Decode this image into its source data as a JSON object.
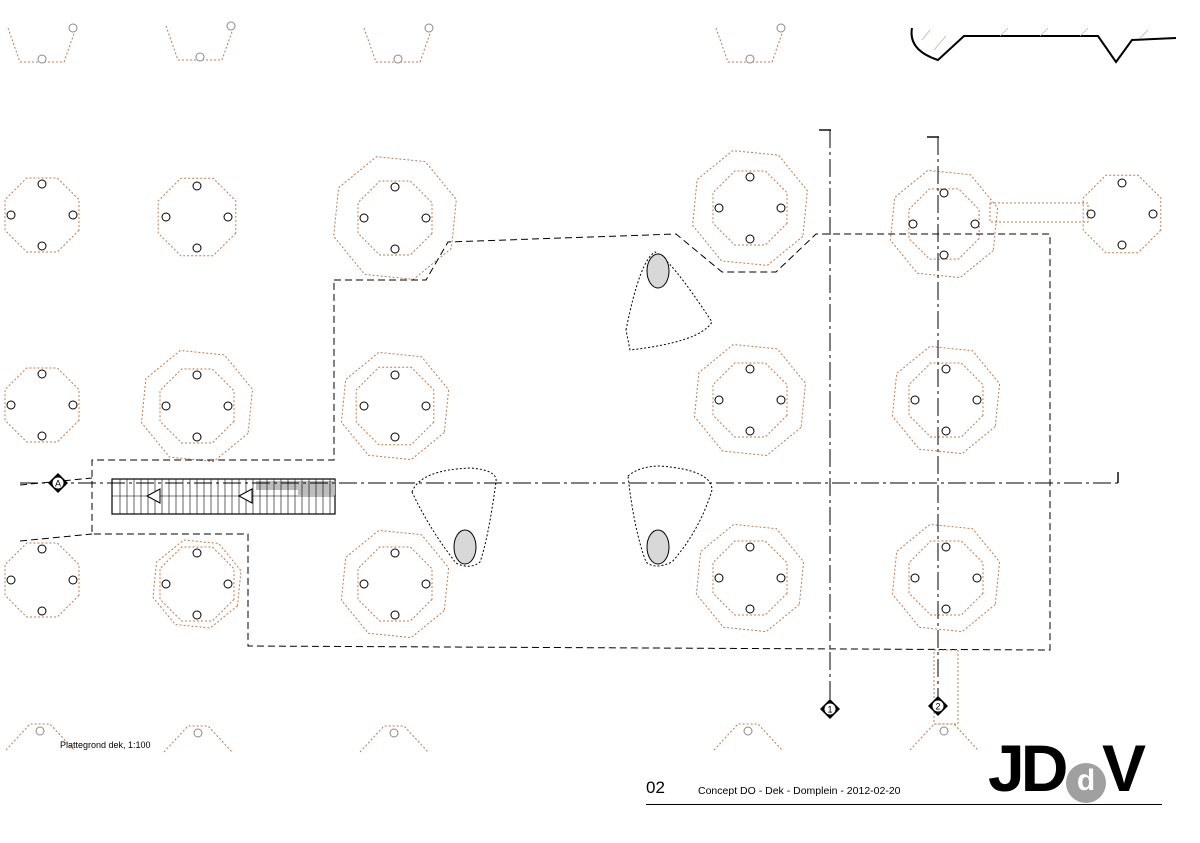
{
  "drawing": {
    "plan_label": "Plattegrond dek, 1:100",
    "section_markers": {
      "a": "A",
      "one": "1",
      "two": "2"
    }
  },
  "title_block": {
    "sheet_number": "02",
    "sheet_title": "Concept DO - Dek - Domplein - 2012-02-20",
    "logo_left": "JD",
    "logo_circle": "d",
    "logo_right": "V"
  },
  "colors": {
    "line": "#000000",
    "tree_outline": "#c07b47",
    "faded": "#8a8a8a",
    "grey_fill": "#bdbdbd"
  }
}
